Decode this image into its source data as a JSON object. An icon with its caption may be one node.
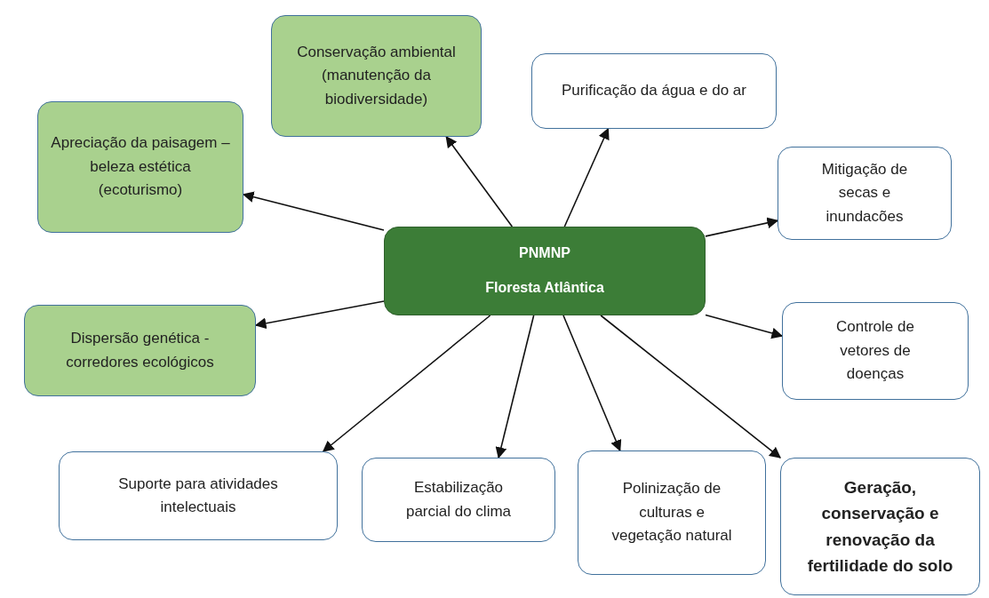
{
  "diagram": {
    "nodes": [
      {
        "text": [
          "PNMNP",
          "Floresta Atlântica"
        ]
      },
      {
        "text": [
          "Apreciação da paisagem – beleza estética (ecoturismo)"
        ]
      },
      {
        "text": [
          "Conservação ambiental (manutenção da biodiversidade)"
        ]
      },
      {
        "text": [
          "Purificação da água e do ar"
        ]
      },
      {
        "text": [
          "Mitigação de secas e inundacões"
        ]
      },
      {
        "text": [
          "Dispersão genética - corredores ecológicos"
        ]
      },
      {
        "text": [
          "Controle de vetores de doenças"
        ]
      },
      {
        "text": [
          "Suporte para atividades intelectuais"
        ]
      },
      {
        "text": [
          "Estabilização parcial do clima"
        ]
      },
      {
        "text": [
          "Polinização de culturas e vegetação natural"
        ]
      },
      {
        "text": [
          "Geração, conservação e renovação da fertilidade do solo"
        ]
      }
    ],
    "edges": [
      {
        "from": 0,
        "to": 1,
        "arrow": "to"
      },
      {
        "from": 0,
        "to": 2,
        "arrow": "to"
      },
      {
        "from": 0,
        "to": 3,
        "arrow": "to"
      },
      {
        "from": 0,
        "to": 4,
        "arrow": "to"
      },
      {
        "from": 0,
        "to": 5,
        "arrow": "to"
      },
      {
        "from": 0,
        "to": 6,
        "arrow": "to"
      },
      {
        "from": 0,
        "to": 7,
        "arrow": "to"
      },
      {
        "from": 0,
        "to": 8,
        "arrow": "to"
      },
      {
        "from": 0,
        "to": 9,
        "arrow": "to"
      },
      {
        "from": 0,
        "to": 10,
        "arrow": "to"
      }
    ]
  }
}
